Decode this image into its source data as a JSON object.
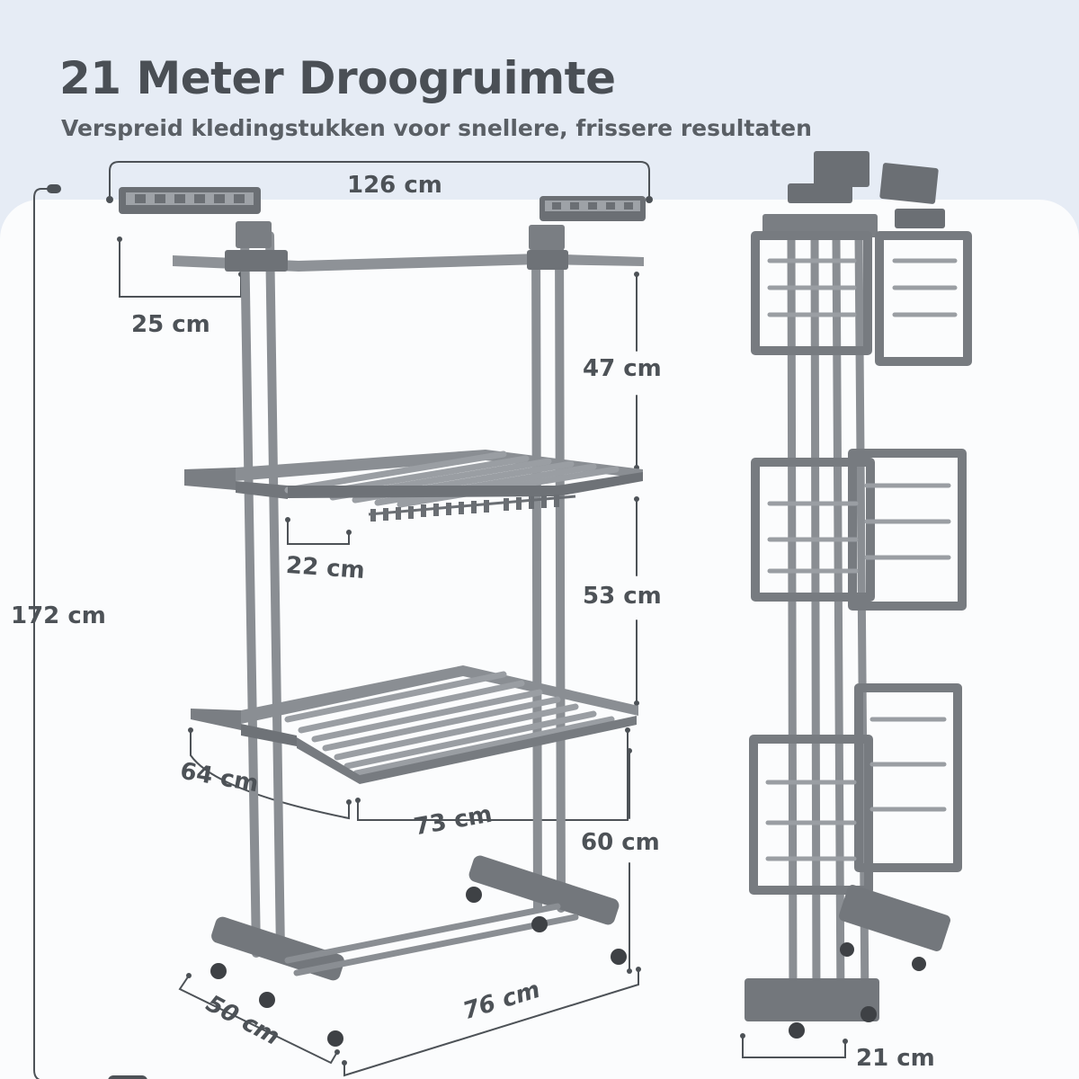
{
  "title": "21 Meter Droogruimte",
  "subtitle": "Verspreid kledingstukken voor snellere, frissere resultaten",
  "colors": {
    "frame": "#85898e",
    "frame_dark": "#5c6066",
    "dimension_line": "#4d5257",
    "background_top": "#e6ecf5",
    "background_panel": "#fbfcfd"
  },
  "dimensions": {
    "total_width": "126 cm",
    "wing_depth": "25 cm",
    "top_section_height": "47 cm",
    "hook_bar_depth": "22 cm",
    "middle_section_height": "53 cm",
    "total_height": "172 cm",
    "lower_wing_width": "64 cm",
    "shelf_width": "73 cm",
    "bottom_section_height": "60 cm",
    "base_depth": "50 cm",
    "base_width": "76 cm",
    "folded_depth": "21 cm"
  }
}
